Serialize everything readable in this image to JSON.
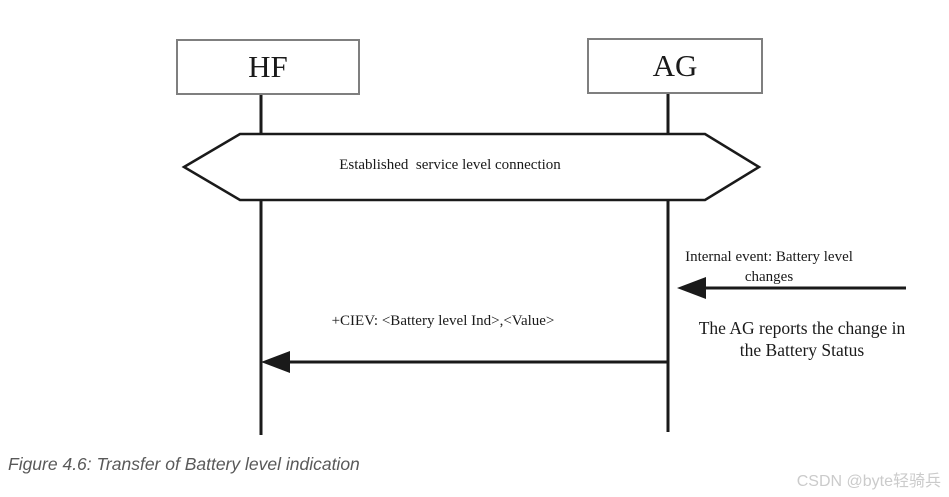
{
  "colors": {
    "background": "#ffffff",
    "line": "#1a1a1a",
    "box_border": "#7f7f7f",
    "caption": "#595959",
    "watermark": "#cbcbcb"
  },
  "diagram": {
    "actors": [
      {
        "label": "HF"
      },
      {
        "label": "AG"
      }
    ],
    "banner_text": "Established  service level connection",
    "internal_event": {
      "line1": "Internal event: Battery level",
      "line2": "changes"
    },
    "message_text": "+CIEV: <Battery level Ind>,<Value>",
    "note": {
      "line1": "The AG reports the change in",
      "line2": "the Battery Status"
    }
  },
  "caption_text": "Figure 4.6: Transfer of Battery level indication",
  "watermark_text": "CSDN @byte轻骑兵"
}
